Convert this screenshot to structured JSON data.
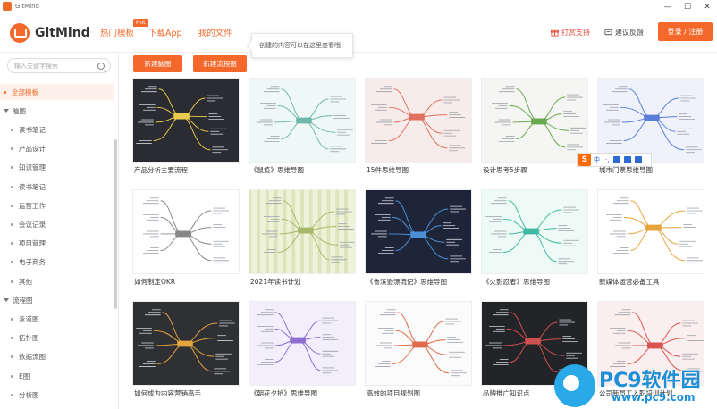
{
  "window": {
    "title": "GitMind",
    "min": "—",
    "max": "☐",
    "close": "✕"
  },
  "header": {
    "logo_text": "GitMind",
    "nav": [
      {
        "label": "热门模板",
        "badge": "Hot"
      },
      {
        "label": "下载App"
      },
      {
        "label": "我的文件"
      }
    ],
    "tooltip": "创建的内容可以在这里查看哦！",
    "donate": "打赏支持",
    "feedback": "建议反馈",
    "login": "登录 / 注册"
  },
  "sidebar": {
    "search_placeholder": "输入关键字搜索",
    "items": [
      {
        "label": "全部模板",
        "level": "group",
        "selected": true
      },
      {
        "label": "脑图",
        "level": "group",
        "expand": true
      },
      {
        "label": "读书笔记",
        "level": "child"
      },
      {
        "label": "产品设计",
        "level": "child"
      },
      {
        "label": "知识管理",
        "level": "child"
      },
      {
        "label": "读书笔记",
        "level": "child"
      },
      {
        "label": "运营工作",
        "level": "child"
      },
      {
        "label": "会议记录",
        "level": "child"
      },
      {
        "label": "项目管理",
        "level": "child"
      },
      {
        "label": "电子商务",
        "level": "child"
      },
      {
        "label": "其他",
        "level": "child"
      },
      {
        "label": "流程图",
        "level": "group",
        "expand": true
      },
      {
        "label": "泳道图",
        "level": "child"
      },
      {
        "label": "拓扑图",
        "level": "child"
      },
      {
        "label": "数据流图",
        "level": "child"
      },
      {
        "label": "E图",
        "level": "child"
      },
      {
        "label": "分析图",
        "level": "child"
      }
    ]
  },
  "main": {
    "new_mindmap": "新建脑图",
    "new_flowchart": "新建流程图",
    "templates": [
      {
        "title": "产品分析主要流程",
        "bg": "#2a2c31",
        "line": "#e9ca4f",
        "theme": "dark"
      },
      {
        "title": "《鼠疫》思维导图",
        "bg": "#eef8f6",
        "line": "#6fb8a8",
        "theme": "light"
      },
      {
        "title": "15件思维导图",
        "bg": "#f8eceb",
        "line": "#e07060",
        "theme": "light"
      },
      {
        "title": "设计思考5步骤",
        "bg": "#f5f5f3",
        "line": "#6aa84f",
        "theme": "light"
      },
      {
        "title": "城市门票思维导图",
        "bg": "#f0f2fb",
        "line": "#5a7dd8",
        "theme": "light"
      },
      {
        "title": "如何制定OKR",
        "bg": "#ffffff",
        "line": "#888888",
        "theme": "light"
      },
      {
        "title": "2021年读书计划",
        "bg": "#eef2d9",
        "line": "#a8b86a",
        "theme": "grid"
      },
      {
        "title": "《鲁滨逊漂流记》思维导图",
        "bg": "#1f2538",
        "line": "#4a90d9",
        "theme": "dark"
      },
      {
        "title": "《火影忍者》思维导图",
        "bg": "#eefaf6",
        "line": "#3eb8a0",
        "theme": "light"
      },
      {
        "title": "新媒体运营必备工具",
        "bg": "#ffffff",
        "line": "#e8a33d",
        "theme": "light"
      },
      {
        "title": "如何成为内容营销高手",
        "bg": "#2f3033",
        "line": "#e3a33d",
        "theme": "dark"
      },
      {
        "title": "《朝花夕拾》思维导图",
        "bg": "#f3eefb",
        "line": "#8c6fd1",
        "theme": "light"
      },
      {
        "title": "高效的项目规划图",
        "bg": "#fbfbfb",
        "line": "#e06b4a",
        "theme": "light"
      },
      {
        "title": "品牌推广知识点",
        "bg": "#232428",
        "line": "#d05050",
        "theme": "dark"
      },
      {
        "title": "公司新员工入职培训计划",
        "bg": "#fbeeee",
        "line": "#d9534f",
        "theme": "light"
      }
    ]
  },
  "ime": {
    "s": "S",
    "lang": "中",
    "dots": "·,"
  },
  "watermark": {
    "brand": "PC9软件园",
    "url": "www.pc9.com"
  },
  "colors": {
    "accent": "#f4692b"
  }
}
